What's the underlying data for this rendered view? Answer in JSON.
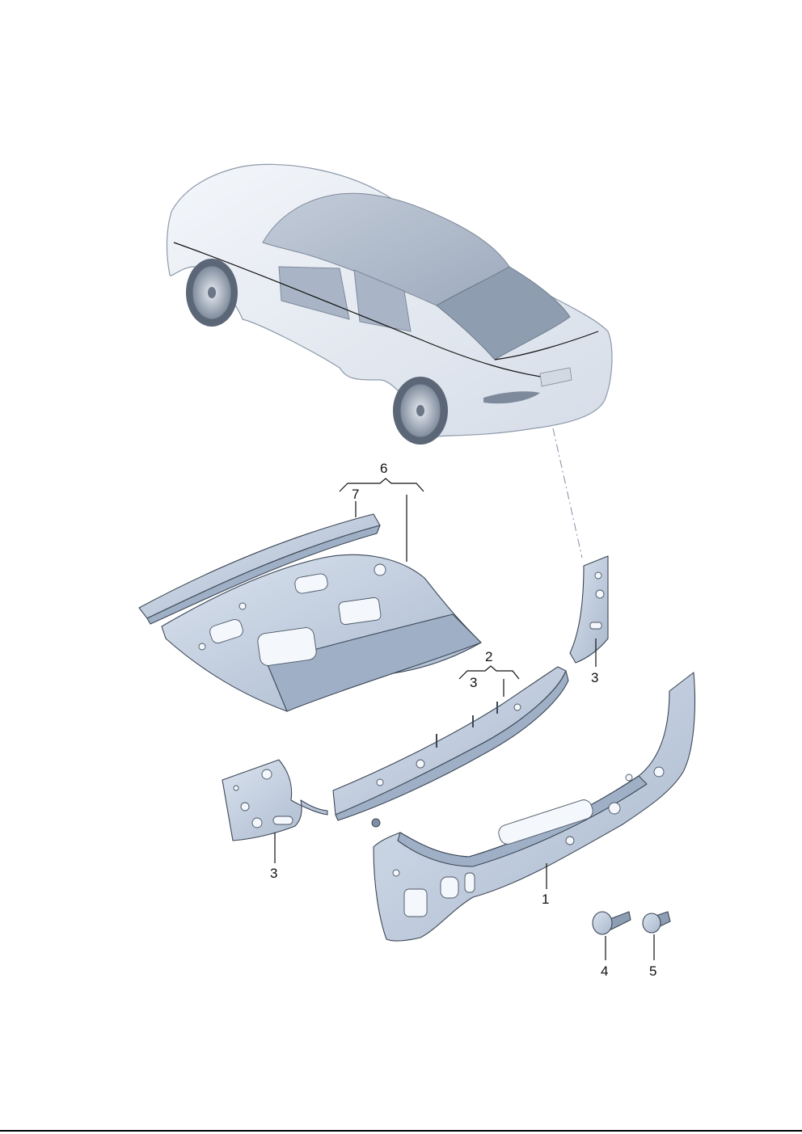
{
  "callouts": {
    "c1": "1",
    "c2": "2",
    "c3_upper_right": "3",
    "c3_bracket": "3",
    "c3_lower_left": "3",
    "c4": "4",
    "c5": "5",
    "c6": "6",
    "c7": "7"
  },
  "colors": {
    "part_fill": "#c9d4e3",
    "part_shade": "#a7b6cb",
    "car_fill": "#e6ebf2",
    "glass": "#b6c2d2",
    "outline": "#3c4756"
  }
}
